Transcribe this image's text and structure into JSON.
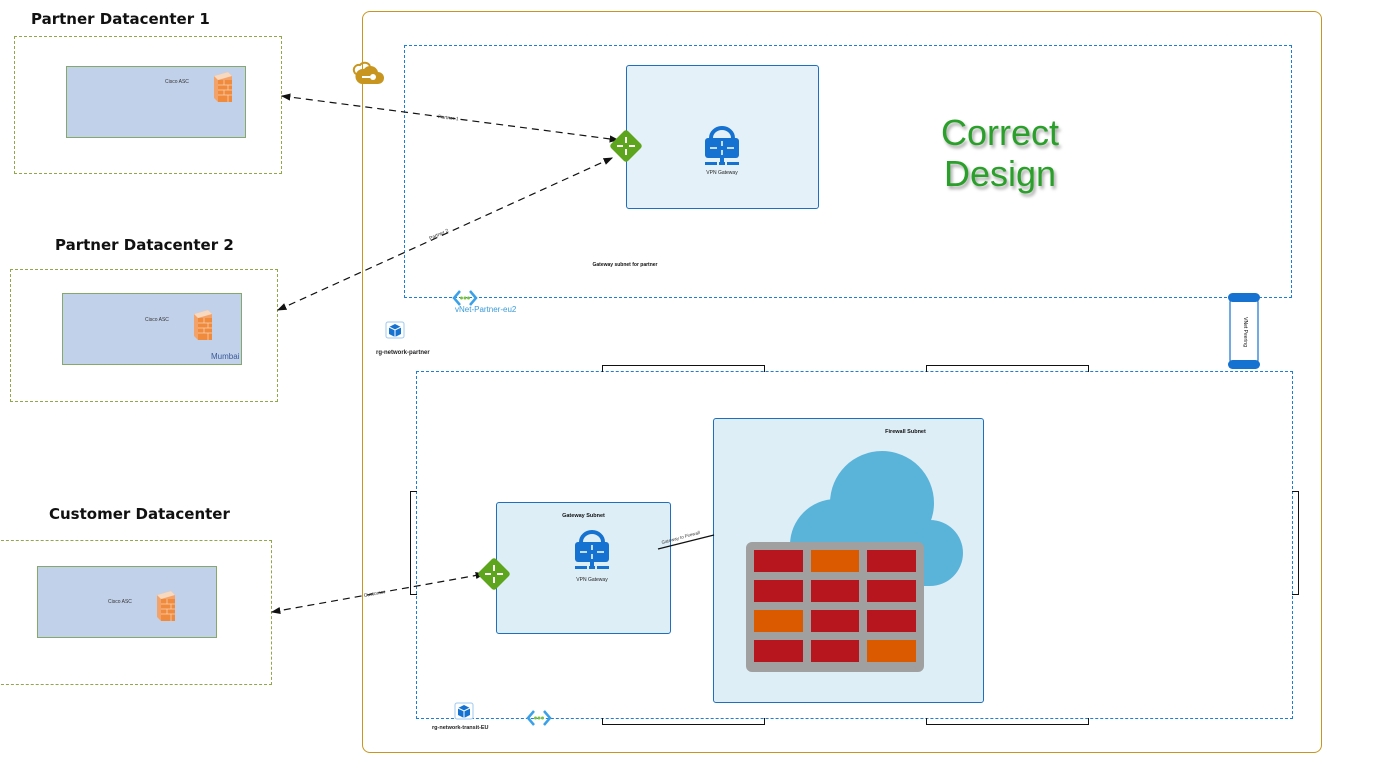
{
  "title": "Correct Design",
  "title_color": "#2aa02a",
  "datacenters": [
    {
      "name": "Partner Datacenter 1",
      "device": "Cisco ASC",
      "location": ""
    },
    {
      "name": "Partner Datacenter 2",
      "device": "Cisco ASC",
      "location": "Mumbai"
    },
    {
      "name": "Customer Datacenter",
      "device": "Cisco ASC",
      "location": ""
    }
  ],
  "partner_vnet": {
    "name": "vNet-Partner-eu2",
    "resource_group": "rg-network-partner",
    "subnet_label": "Gateway subnet for partner",
    "gateway_label": "VPN Gateway"
  },
  "transit_vnet": {
    "resource_group": "rg-network-transit-EU",
    "gateway_subnet_label": "Gateway Subnet",
    "gateway_label": "VPN Gateway",
    "firewall_subnet_label": "Firewall Subnet"
  },
  "peering_label": "VNet Peering",
  "connections": [
    {
      "label": "Partner 1"
    },
    {
      "label": "Partner 2"
    },
    {
      "label": "Customer"
    },
    {
      "label": "Gateway to Firewall"
    }
  ],
  "colors": {
    "outer_border": "#c8961e",
    "vnet_border": "#1e7ed6",
    "dc_border": "#8fa84a",
    "router_green": "#5ea51e",
    "gateway_blue": "#1572d1",
    "cloud_blue": "#5ab4da",
    "brick_red": "#b7161e",
    "brick_orange": "#db5a00"
  }
}
